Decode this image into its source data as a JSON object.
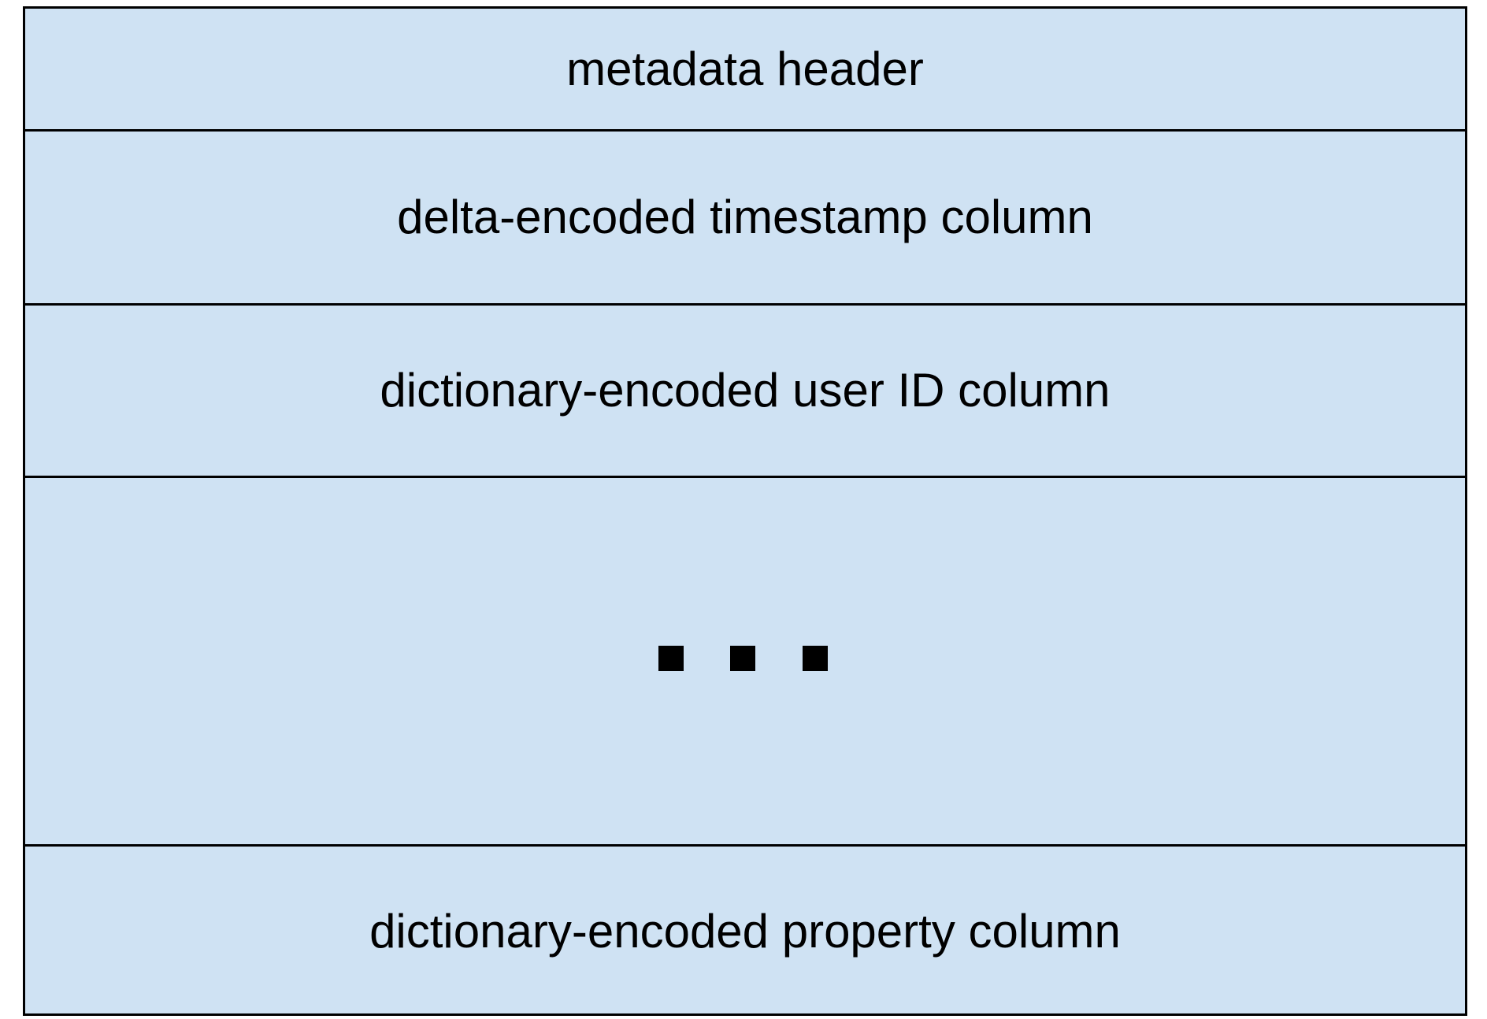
{
  "diagram": {
    "colors": {
      "fill": "#cfe2f3",
      "stroke": "#000000",
      "text": "#000000"
    },
    "sections": [
      {
        "label": "metadata header"
      },
      {
        "label": "delta-encoded timestamp column"
      },
      {
        "label": "dictionary-encoded user ID column"
      },
      {
        "label": "",
        "content": "ellipsis"
      },
      {
        "label": "dictionary-encoded property column"
      }
    ]
  }
}
